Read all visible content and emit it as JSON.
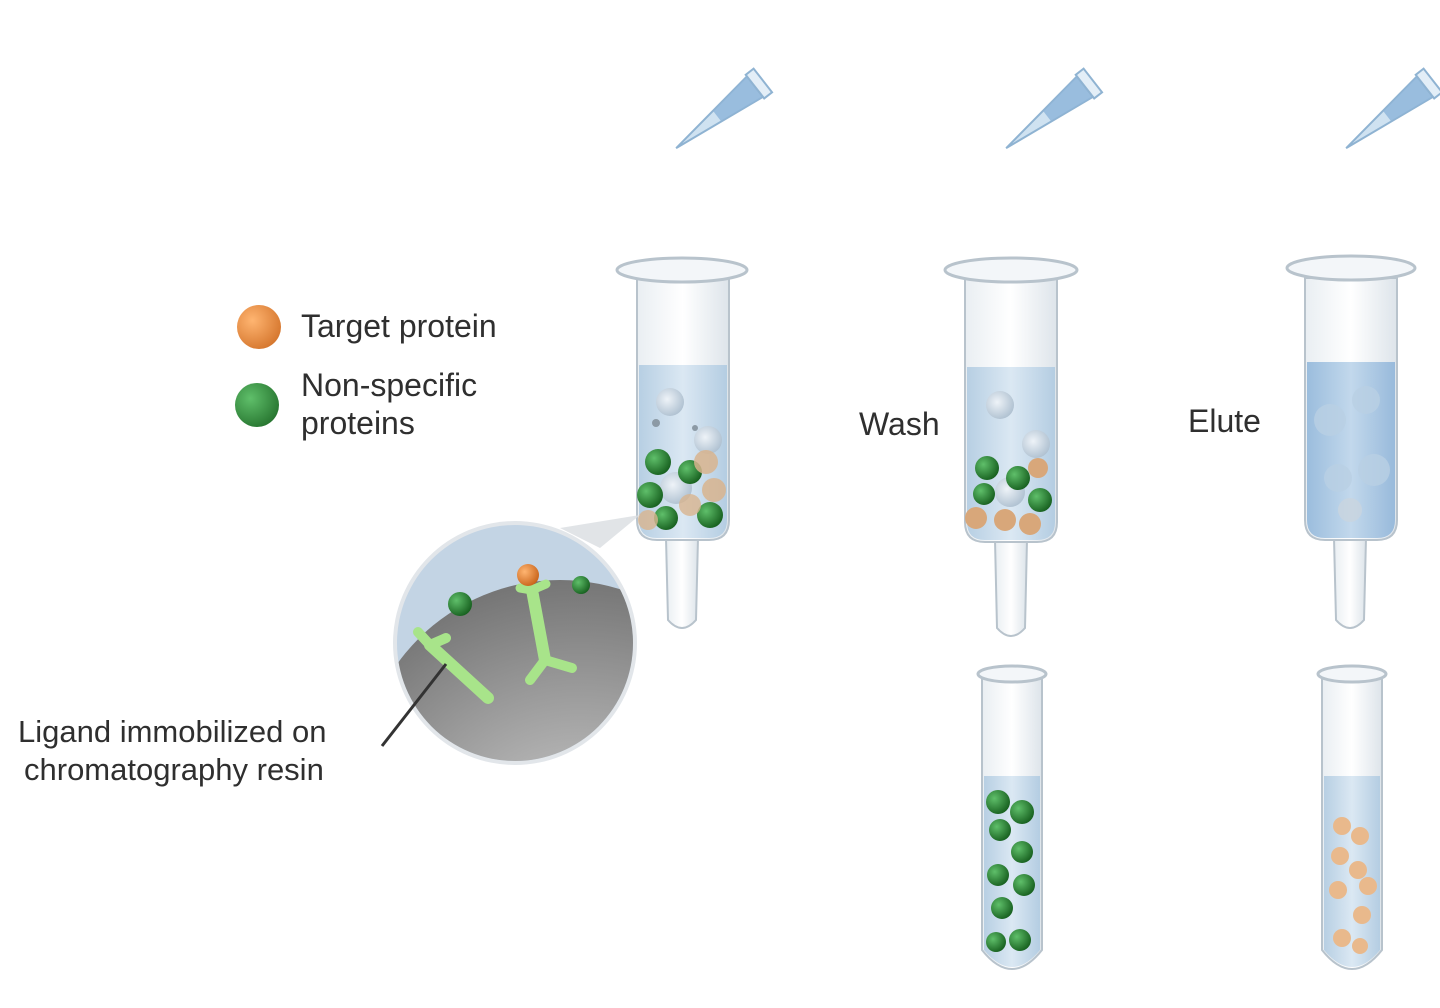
{
  "legend": {
    "target_label": "Target protein",
    "nonspecific_line1": "Non-specific",
    "nonspecific_line2": "proteins"
  },
  "ligand_label": {
    "line1": "Ligand immobilized on",
    "line2": "chromatography resin"
  },
  "steps": {
    "wash": "Wash",
    "elute": "Elute"
  },
  "colors": {
    "target_protein": "#e8893a",
    "nonspecific_protein": "#2e8b3a",
    "liquid": "#c7dced",
    "elute_liquid": "#a9c8e4",
    "resin": "#8a8a8a",
    "ligand": "#9be07a",
    "pipette": "#9cc3e0"
  },
  "icons": [
    "pipette-icon",
    "spin-column-icon",
    "collection-tube-icon",
    "magnifier-icon"
  ]
}
